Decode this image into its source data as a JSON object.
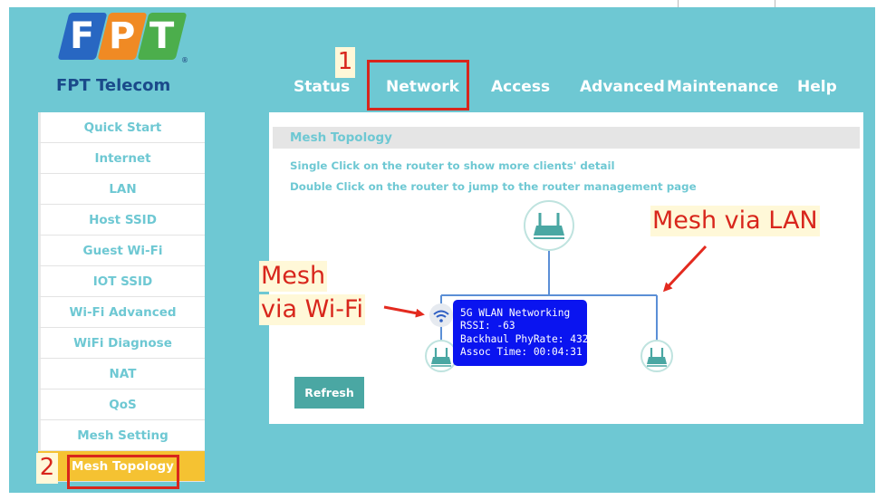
{
  "logo": {
    "letters": [
      "F",
      "P",
      "T"
    ],
    "trademark": "®",
    "brand": "FPT Telecom"
  },
  "topnav": [
    "Status",
    "Network",
    "Access",
    "Advanced",
    "Maintenance",
    "Help"
  ],
  "sidebar": [
    "Quick Start",
    "Internet",
    "LAN",
    "Host SSID",
    "Guest Wi-Fi",
    "IOT SSID",
    "Wi-Fi Advanced",
    "WiFi Diagnose",
    "NAT",
    "QoS",
    "Mesh Setting",
    "Mesh Topology"
  ],
  "content": {
    "title": "Mesh Topology",
    "desc1": "Single Click on the router to show more clients' detail",
    "desc2": "Double Click on the router to jump to the router management page",
    "refresh_label": "Refresh"
  },
  "tooltip": [
    "5G WLAN Networking",
    "RSSI: -63",
    "Backhaul PhyRate: 432",
    "Assoc Time: 00:04:31"
  ],
  "annotations": {
    "step1": "1",
    "step2": "2",
    "mesh_lan": "Mesh via LAN",
    "mesh_wifi_line1": "Mesh",
    "mesh_wifi_line2": "via Wi-Fi"
  },
  "colors": {
    "background": "#6ec8d3",
    "accent_active": "#f5c232",
    "annotation_red": "#d8261c",
    "tooltip_blue": "#0a14f0",
    "router_green": "#4aa7a3"
  }
}
